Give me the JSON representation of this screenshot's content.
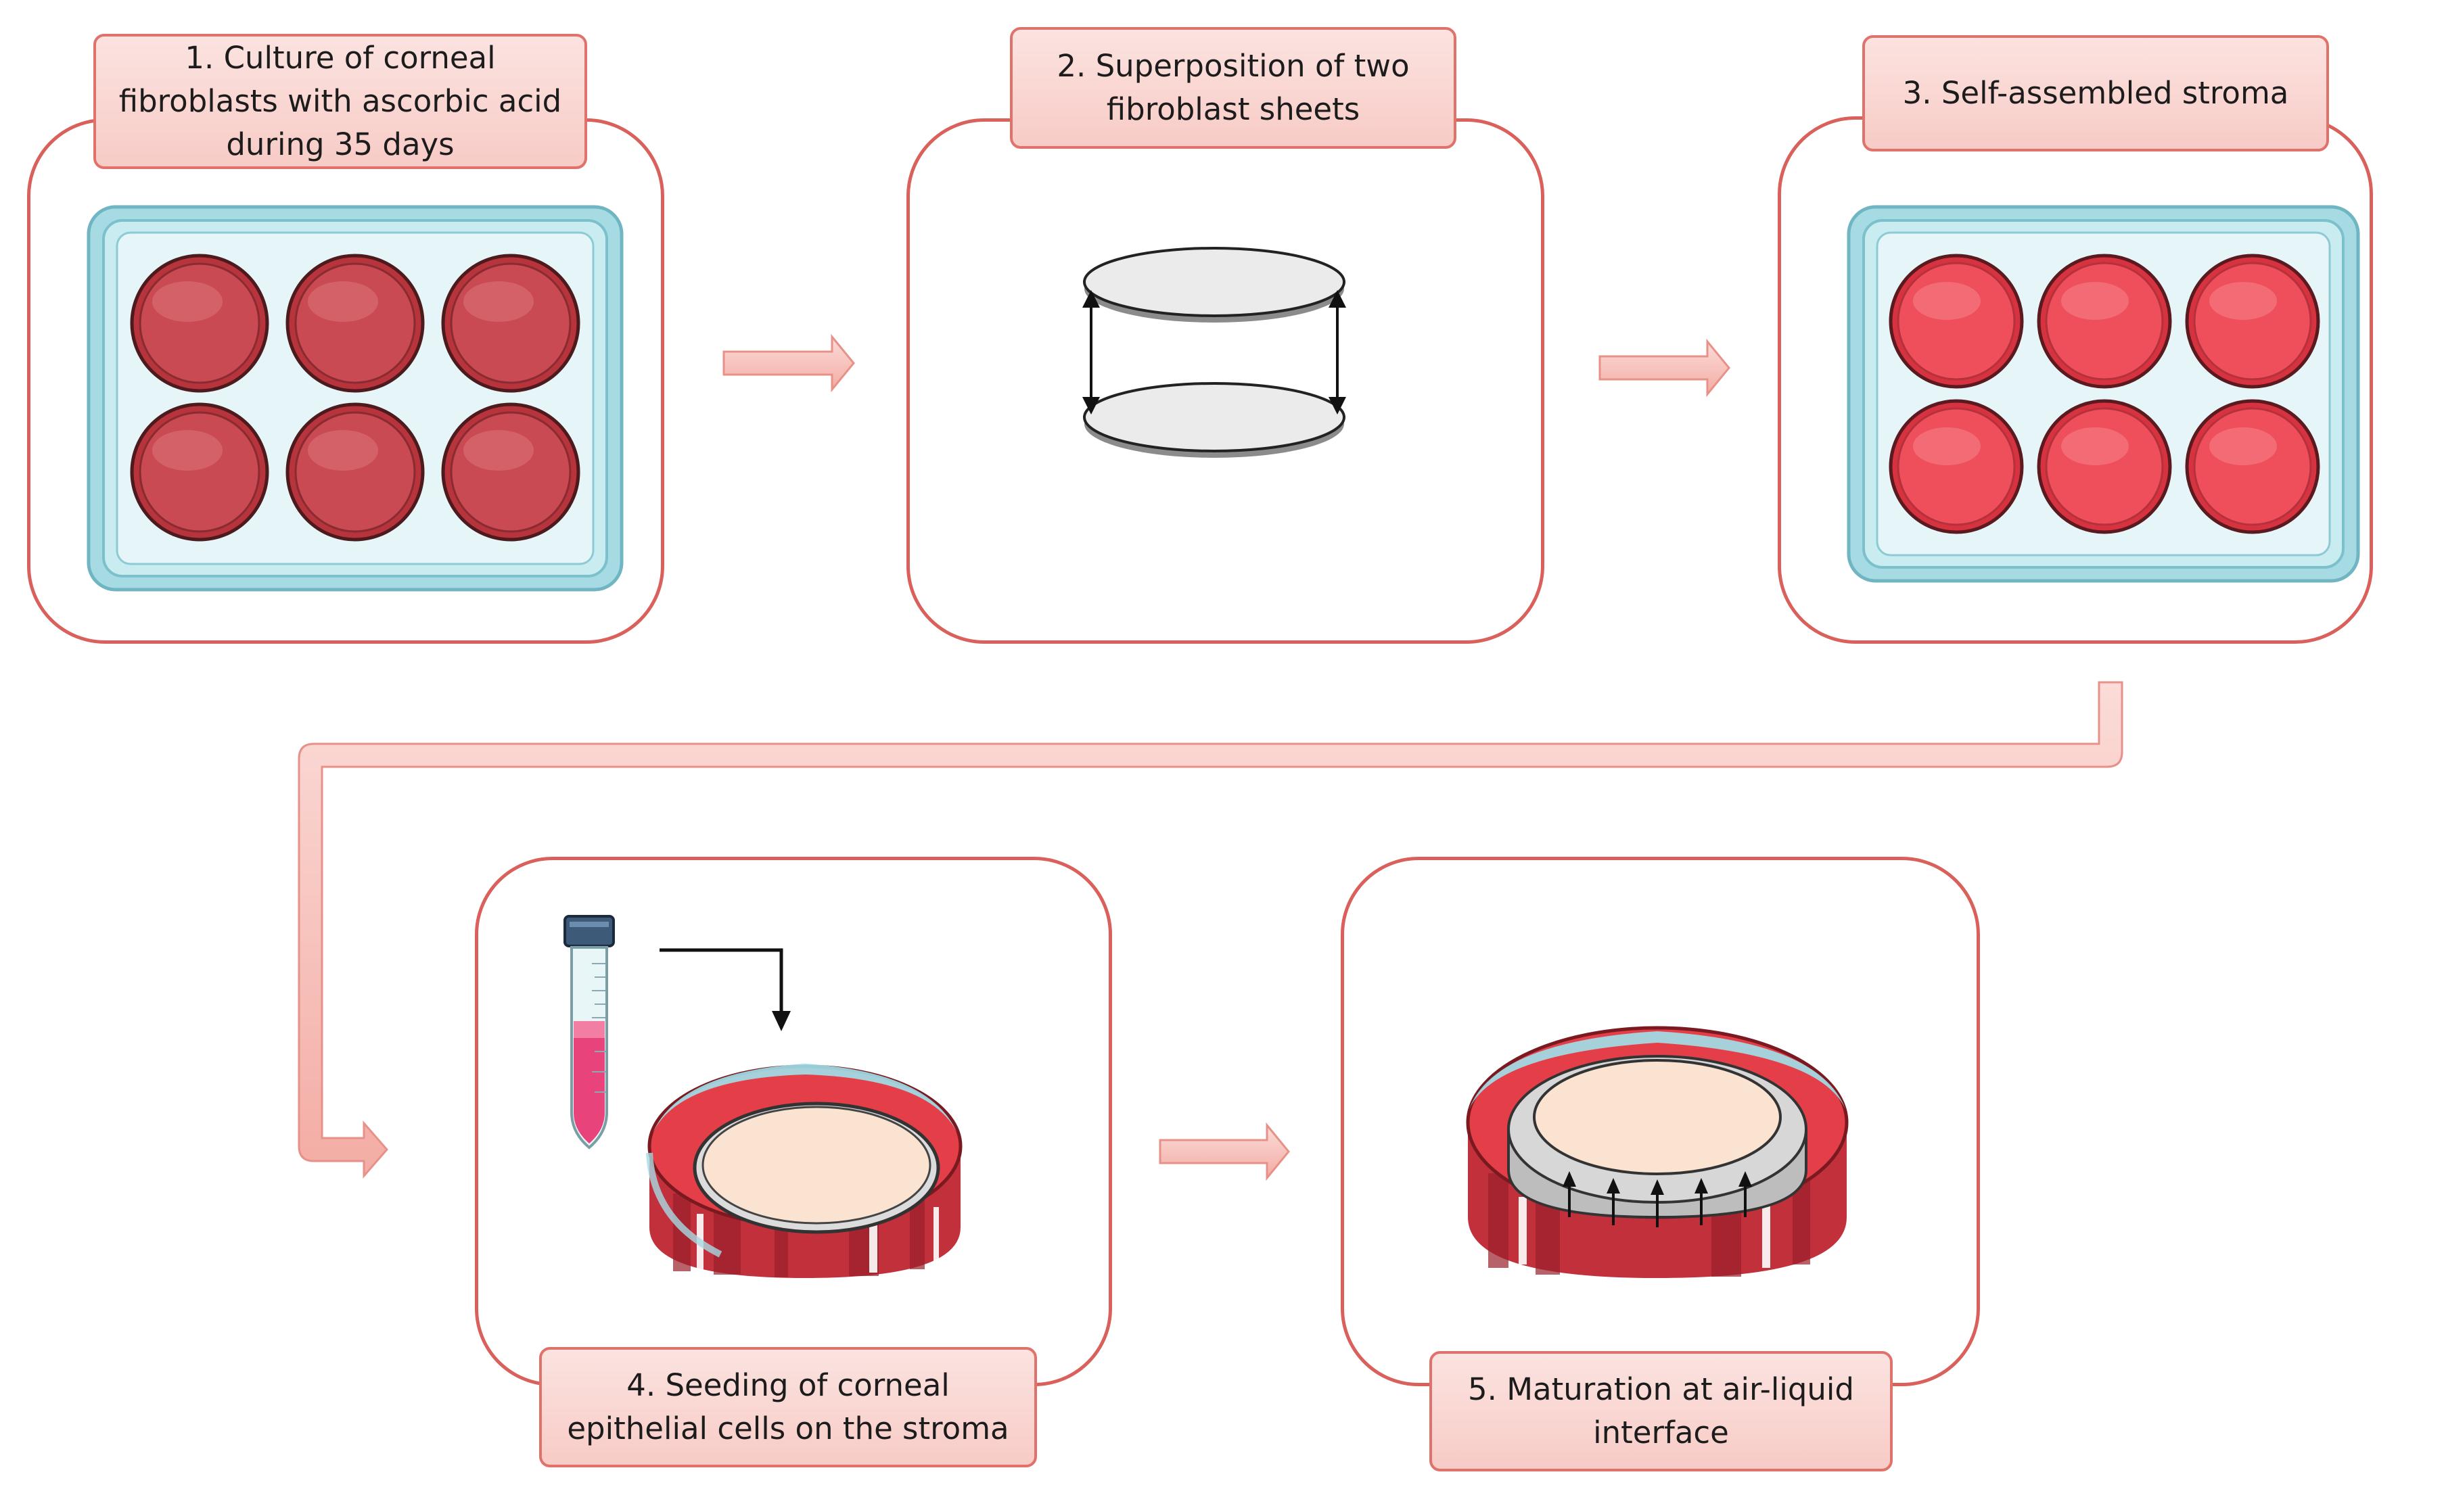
{
  "steps": [
    {
      "id": 1,
      "label": "1. Culture of corneal fibroblasts with ascorbic acid during 35 days"
    },
    {
      "id": 2,
      "label": "2. Superposition of two fibroblast sheets"
    },
    {
      "id": 3,
      "label": "3. Self-assembled stroma"
    },
    {
      "id": 4,
      "label": "4. Seeding of corneal epithelial cells on the stroma"
    },
    {
      "id": 5,
      "label": "5. Maturation at air-liquid interface"
    }
  ],
  "colors": {
    "panel_border": "#d9605b",
    "label_fill": "#f9d3ce",
    "arrow_fill": "#f6c3bd",
    "plate_frame": "#9ed6e0",
    "well_culture": "#c94a52",
    "well_stroma": "#ef4f5a",
    "dish_red": "#d9333f",
    "stroma_disc": "#fbe3d1"
  },
  "icons": [
    "six-well-plate",
    "stacked-sheets",
    "falcon-tube",
    "petri-dish",
    "culture-insert"
  ]
}
